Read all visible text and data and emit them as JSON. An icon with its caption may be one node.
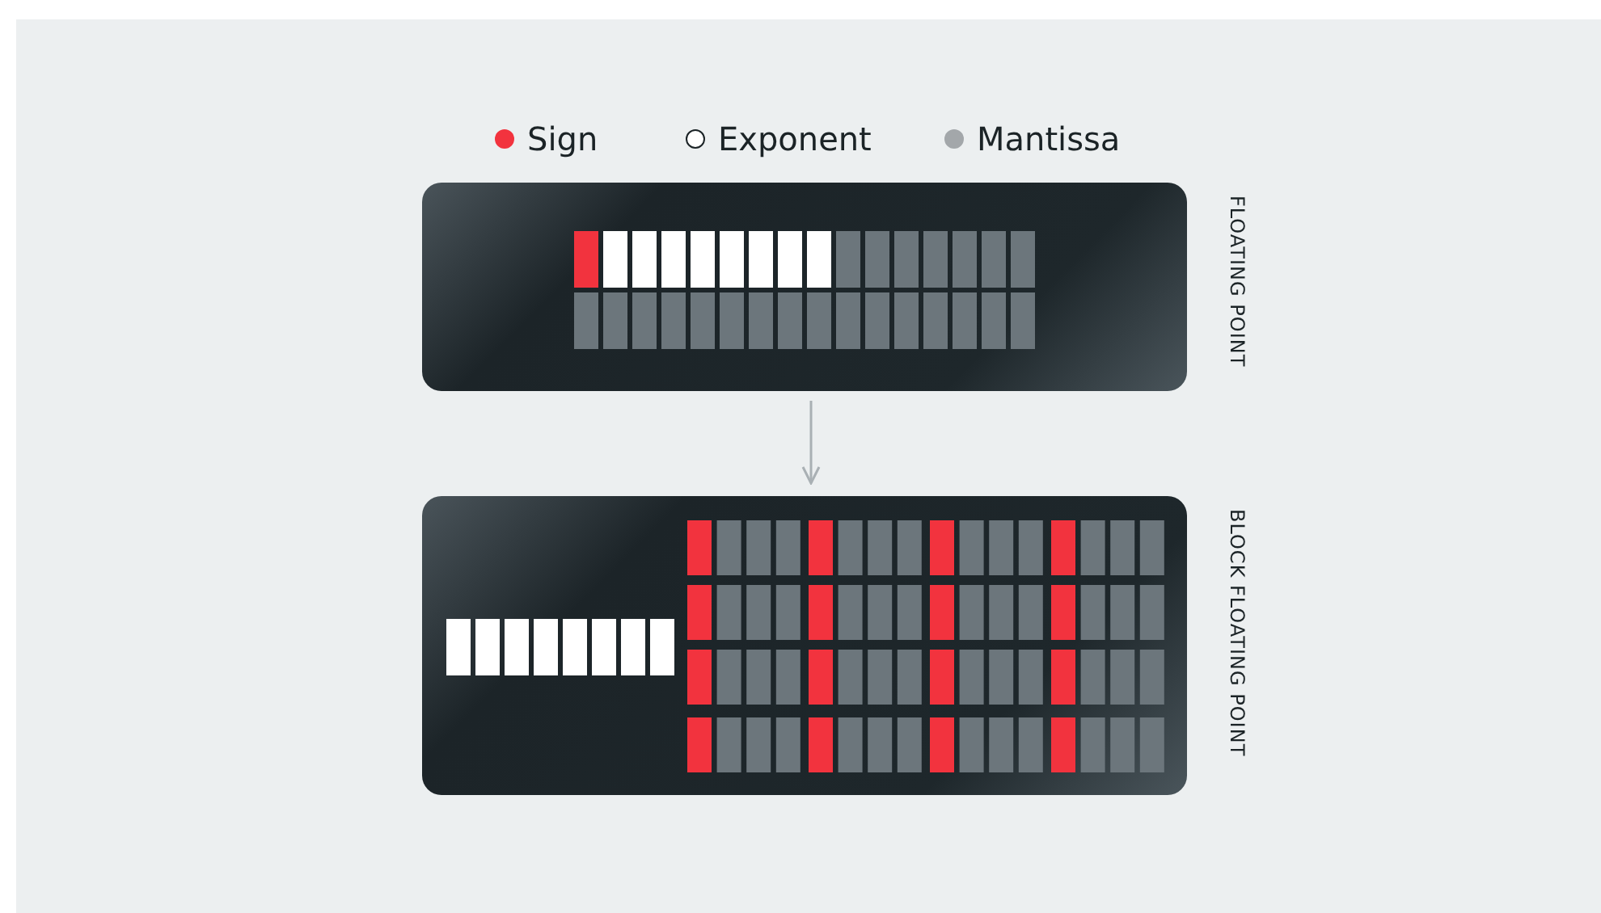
{
  "diagram": {
    "nodes": [
      {
        "text": [
          "FLOATING POINT"
        ]
      },
      {
        "text": [
          "BLOCK FLOATING POINT"
        ]
      }
    ],
    "edges": [
      {
        "from": 0,
        "to": 1,
        "arrow": "to"
      }
    ],
    "legend": [
      {
        "text": "Sign",
        "color": "#f2333e"
      },
      {
        "text": "Exponent",
        "color": "#ffffff"
      },
      {
        "text": "Mantissa",
        "color": "#a3a7aa"
      }
    ]
  }
}
